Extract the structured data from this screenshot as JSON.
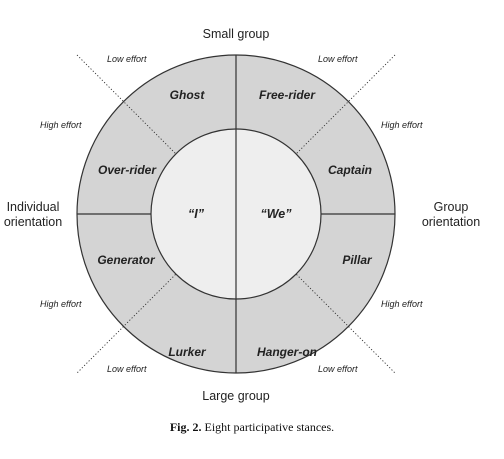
{
  "axes": {
    "top": "Small group",
    "bottom": "Large group",
    "left_line1": "Individual",
    "left_line2": "orientation",
    "right_line1": "Group",
    "right_line2": "orientation"
  },
  "effort_labels": {
    "top_left": "Low effort",
    "top_right": "Low effort",
    "upper_left": "High effort",
    "upper_right": "High effort",
    "lower_left": "High effort",
    "lower_right": "High effort",
    "bottom_left": "Low effort",
    "bottom_right": "Low effort"
  },
  "stances": {
    "ghost": "Ghost",
    "free_rider": "Free-rider",
    "over_rider": "Over-rider",
    "captain": "Captain",
    "generator": "Generator",
    "pillar": "Pillar",
    "lurker": "Lurker",
    "hanger_on": "Hanger-on"
  },
  "core": {
    "individual": "“I”",
    "group": "“We”"
  },
  "caption": {
    "label": "Fig. 2.",
    "text": "Eight participative stances."
  },
  "colors": {
    "outer_ring": "#d4d4d4",
    "inner_circle": "#eeeeee",
    "stroke": "#333333"
  }
}
